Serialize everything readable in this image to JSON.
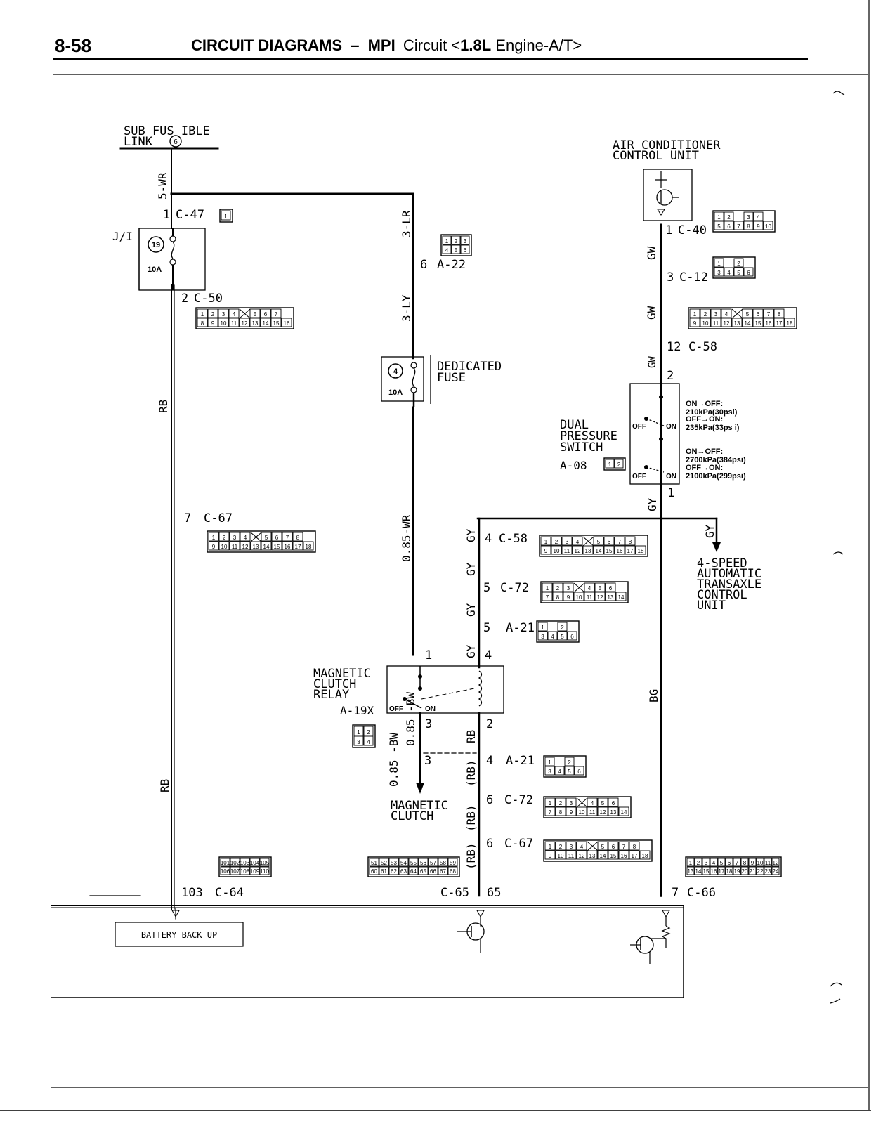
{
  "header": {
    "page_number": "8-58",
    "section": "CIRCUIT DIAGRAMS",
    "dash": "–",
    "system_bold": "MPI",
    "system_rest": "Circuit <",
    "engine_bold": "1.8L",
    "engine_rest": " Engine-A/T>"
  },
  "labels": {
    "sub_fusible_line1": "SUB FUS IBLE",
    "sub_fusible_line2": "LINK",
    "sub_fusible_num": "6",
    "jb": "J/I",
    "fuse19_num": "19",
    "fuse19_amp": "10A",
    "fuse4_num": "4",
    "fuse4_amp": "10A",
    "dedicated_fuse_1": "DEDICATED",
    "dedicated_fuse_2": "FUSE",
    "ac_unit_1": "AIR CONDITIONER",
    "ac_unit_2": "CONTROL UNIT",
    "dps_1": "DUAL",
    "dps_2": "PRESSURE",
    "dps_3": "SWITCH",
    "dps_conn": "A-08",
    "dps_spec1": "ON→OFF:",
    "dps_spec2": "210kPa(30psi)",
    "dps_spec3": "OFF→ON:",
    "dps_spec4": "235kPa(33ps  i)",
    "dps_spec5": "ON→OFF:",
    "dps_spec6": "2700kPa(384psi)",
    "dps_spec7": "OFF→ON:",
    "dps_spec8": "2100kPa(299psi)",
    "sw_off": "OFF",
    "sw_on": "ON",
    "mcr_1": "MAGNETIC",
    "mcr_2": "CLUTCH",
    "mcr_3": "RELAY",
    "mcr_conn": "A-19X",
    "mc_1": "MAGNETIC",
    "mc_2": "CLUTCH",
    "atcu_1": "4-SPEED",
    "atcu_2": "AUTOMATIC",
    "atcu_3": "TRANSAXLE",
    "atcu_4": "CONTROL",
    "atcu_5": "UNIT",
    "battery_backup": "BATTERY BACK UP"
  },
  "wires": {
    "w_5wr": "5-WR",
    "w_3lr": "3-LR",
    "w_3ly": "3-LY",
    "w_085wr": "0.85-WR",
    "w_rb": "RB",
    "w_gw": "GW",
    "w_gy": "GY",
    "w_bg": "BG",
    "w_085bw": "0.85 -BW",
    "w_rb_paren": "(RB)"
  },
  "pins": {
    "c47": {
      "pin": "1",
      "name": "C-47"
    },
    "c50": {
      "pin": "2",
      "name": "C-50"
    },
    "a22": {
      "pin": "6",
      "name": "A-22"
    },
    "c67a": {
      "pin": "7",
      "name": "C-67"
    },
    "c40": {
      "pin": "1",
      "name": "C-40"
    },
    "c12": {
      "pin": "3",
      "name": "C-12"
    },
    "c58a": {
      "pin": "12",
      "name": "C-58"
    },
    "dps_top": {
      "pin": "2"
    },
    "dps_bot": {
      "pin": "1"
    },
    "c58b": {
      "pin": "4",
      "name": "C-58"
    },
    "c72a": {
      "pin": "5",
      "name": "C-72"
    },
    "a21a": {
      "pin": "5",
      "name": "A-21"
    },
    "relay1": {
      "pin": "1"
    },
    "relay4": {
      "pin": "4"
    },
    "relay3": {
      "pin": "3"
    },
    "relay2": {
      "pin": "2"
    },
    "a21b": {
      "pin": "4",
      "name": "A-21"
    },
    "mc3": {
      "pin": "3"
    },
    "c72b": {
      "pin": "6",
      "name": "C-72"
    },
    "c67b": {
      "pin": "6",
      "name": "C-67"
    },
    "c64": {
      "pin": "103",
      "name": "C-64"
    },
    "c65": {
      "pin": "65",
      "name": "C-65"
    },
    "c66": {
      "pin": "7",
      "name": "C-66"
    }
  },
  "connectors": {
    "c47": {
      "rows": [
        [
          "1"
        ]
      ]
    },
    "a22": {
      "rows": [
        [
          "1",
          "2",
          "3"
        ],
        [
          "4",
          "5",
          "6"
        ]
      ]
    },
    "c50": {
      "rows": [
        [
          "1",
          "2",
          "3",
          "4",
          "X",
          "5",
          "6",
          "7"
        ],
        [
          "8",
          "9",
          "10",
          "11",
          "12",
          "13",
          "14",
          "15",
          "16"
        ]
      ]
    },
    "c67": {
      "rows": [
        [
          "1",
          "2",
          "3",
          "4",
          "X",
          "5",
          "6",
          "7",
          "8"
        ],
        [
          "9",
          "10",
          "11",
          "12",
          "13",
          "14",
          "15",
          "16",
          "17",
          "18"
        ]
      ]
    },
    "c40": {
      "rows": [
        [
          "1",
          "2",
          "",
          "3",
          "4"
        ],
        [
          "5",
          "6",
          "7",
          "8",
          "9",
          "10"
        ]
      ]
    },
    "c12": {
      "rows": [
        [
          "1",
          "",
          "2"
        ],
        [
          "3",
          "4",
          "5",
          "6"
        ]
      ]
    },
    "c58": {
      "rows": [
        [
          "1",
          "2",
          "3",
          "4",
          "X",
          "5",
          "6",
          "7",
          "8"
        ],
        [
          "9",
          "10",
          "11",
          "12",
          "13",
          "14",
          "15",
          "16",
          "17",
          "18"
        ]
      ]
    },
    "c72": {
      "rows": [
        [
          "1",
          "2",
          "3",
          "X",
          "4",
          "5",
          "6"
        ],
        [
          "7",
          "8",
          "9",
          "10",
          "11",
          "12",
          "13",
          "14"
        ]
      ]
    },
    "a21": {
      "rows": [
        [
          "1",
          "",
          "2"
        ],
        [
          "3",
          "4",
          "5",
          "6"
        ]
      ]
    },
    "a19x": {
      "rows": [
        [
          "1",
          "2"
        ],
        [
          "3",
          "4"
        ]
      ]
    },
    "a08": {
      "rows": [
        [
          "1",
          "2"
        ]
      ]
    },
    "c64": {
      "rows": [
        [
          "101",
          "102",
          "103",
          "104",
          "105"
        ],
        [
          "106",
          "107",
          "108",
          "109",
          "110"
        ]
      ]
    },
    "c65": {
      "rows": [
        [
          "51",
          "52",
          "53",
          "54",
          "55",
          "56",
          "57",
          "58",
          "59"
        ],
        [
          "60",
          "61",
          "62",
          "63",
          "64",
          "65",
          "66",
          "67",
          "68"
        ]
      ]
    },
    "c66": {
      "rows": [
        [
          "1",
          "2",
          "3",
          "4",
          "5",
          "6",
          "7",
          "8",
          "9",
          "10",
          "11",
          "12"
        ],
        [
          "13",
          "14",
          "15",
          "16",
          "17",
          "18",
          "19",
          "20",
          "21",
          "22",
          "23",
          "24"
        ]
      ]
    }
  }
}
